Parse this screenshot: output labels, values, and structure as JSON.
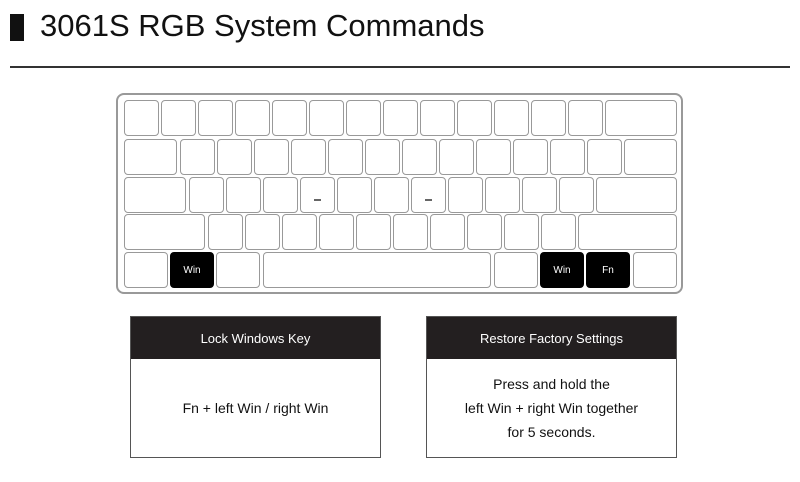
{
  "header": {
    "title": "3061S RGB System Commands"
  },
  "keyboard": {
    "left_win": "Win",
    "right_win": "Win",
    "fn": "Fn"
  },
  "cards": [
    {
      "title": "Lock Windows Key",
      "lines": [
        "Fn + left Win / right Win"
      ]
    },
    {
      "title": "Restore Factory Settings",
      "lines": [
        "Press and hold the",
        "left Win + right Win together",
        "for 5 seconds."
      ]
    }
  ]
}
